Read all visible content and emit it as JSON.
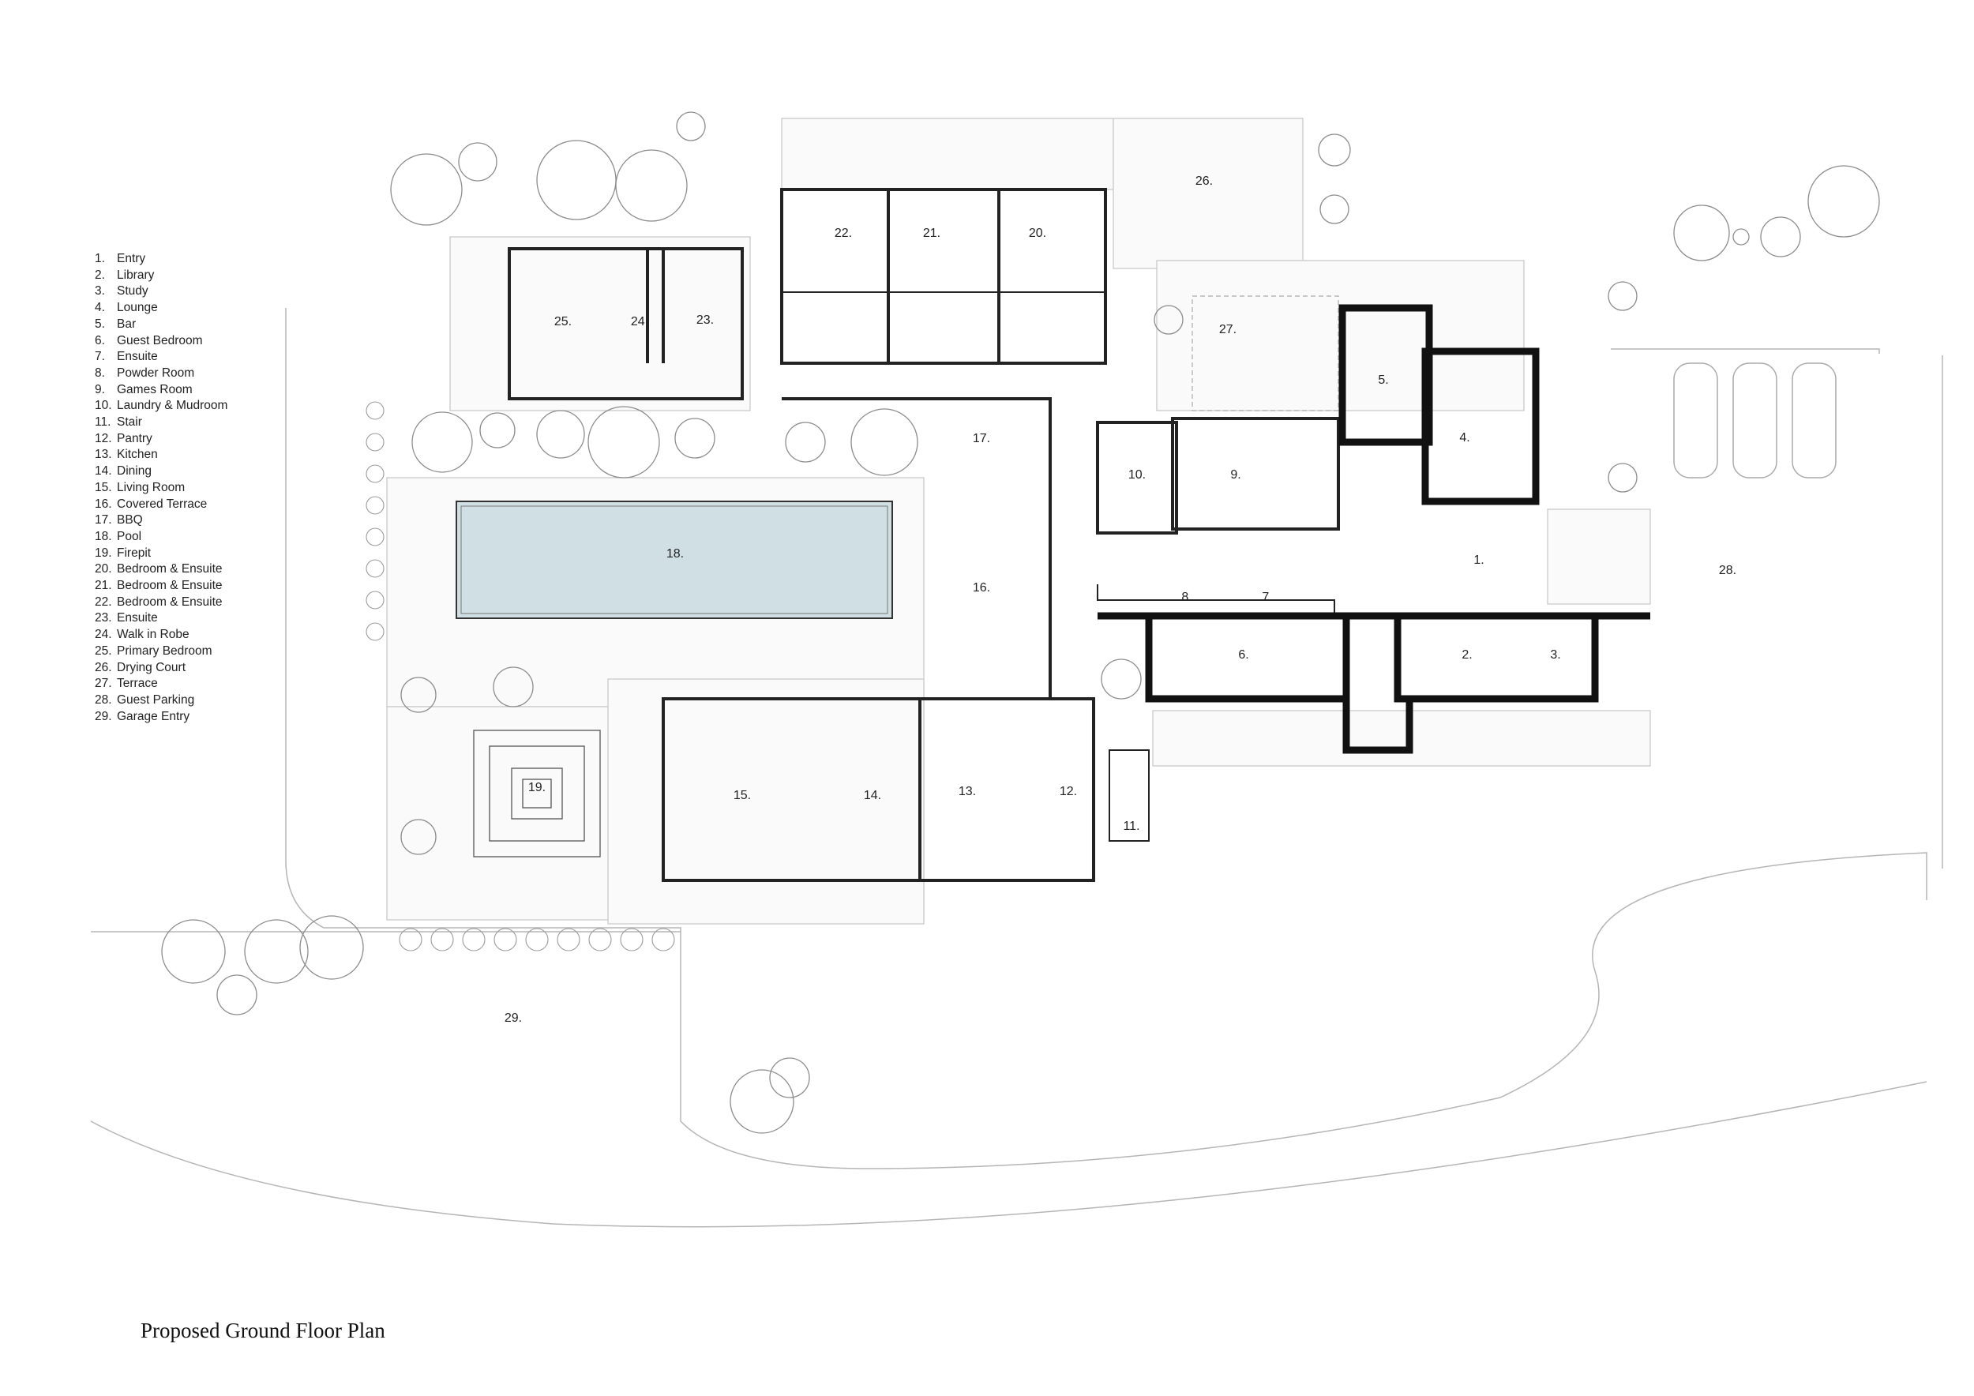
{
  "legend": [
    {
      "n": "1.",
      "name": "Entry"
    },
    {
      "n": "2.",
      "name": "Library"
    },
    {
      "n": "3.",
      "name": "Study"
    },
    {
      "n": "4.",
      "name": "Lounge"
    },
    {
      "n": "5.",
      "name": "Bar"
    },
    {
      "n": "6.",
      "name": "Guest Bedroom"
    },
    {
      "n": "7.",
      "name": "Ensuite"
    },
    {
      "n": "8.",
      "name": "Powder Room"
    },
    {
      "n": "9.",
      "name": "Games Room"
    },
    {
      "n": "10.",
      "name": "Laundry & Mudroom"
    },
    {
      "n": "11.",
      "name": "Stair"
    },
    {
      "n": "12.",
      "name": "Pantry"
    },
    {
      "n": "13.",
      "name": "Kitchen"
    },
    {
      "n": "14.",
      "name": "Dining"
    },
    {
      "n": "15.",
      "name": "Living Room"
    },
    {
      "n": "16.",
      "name": "Covered Terrace"
    },
    {
      "n": "17.",
      "name": "BBQ"
    },
    {
      "n": "18.",
      "name": "Pool"
    },
    {
      "n": "19.",
      "name": "Firepit"
    },
    {
      "n": "20.",
      "name": "Bedroom & Ensuite"
    },
    {
      "n": "21.",
      "name": "Bedroom & Ensuite"
    },
    {
      "n": "22.",
      "name": "Bedroom & Ensuite"
    },
    {
      "n": "23.",
      "name": "Ensuite"
    },
    {
      "n": "24.",
      "name": "Walk in Robe"
    },
    {
      "n": "25.",
      "name": "Primary Bedroom"
    },
    {
      "n": "26.",
      "name": "Drying Court"
    },
    {
      "n": "27.",
      "name": "Terrace"
    },
    {
      "n": "28.",
      "name": "Guest Parking"
    },
    {
      "n": "29.",
      "name": "Garage Entry"
    }
  ],
  "rooms": {
    "r1": "1.",
    "r2": "2.",
    "r3": "3.",
    "r4": "4.",
    "r5": "5.",
    "r6": "6.",
    "r7": "7.",
    "r8": "8.",
    "r9": "9.",
    "r10": "10.",
    "r11": "11.",
    "r12": "12.",
    "r13": "13.",
    "r14": "14.",
    "r15": "15.",
    "r16": "16.",
    "r17": "17.",
    "r18": "18.",
    "r19": "19.",
    "r20": "20.",
    "r21": "21.",
    "r22": "22.",
    "r23": "23.",
    "r24": "24.",
    "r25": "25.",
    "r26": "26.",
    "r27": "27.",
    "r28": "28.",
    "r29": "29."
  },
  "title": "Proposed Ground Floor Plan",
  "colors": {
    "pool": "#cfdfe3",
    "wall": "#111111",
    "line": "#9a9a9a",
    "tree": "#888888"
  }
}
